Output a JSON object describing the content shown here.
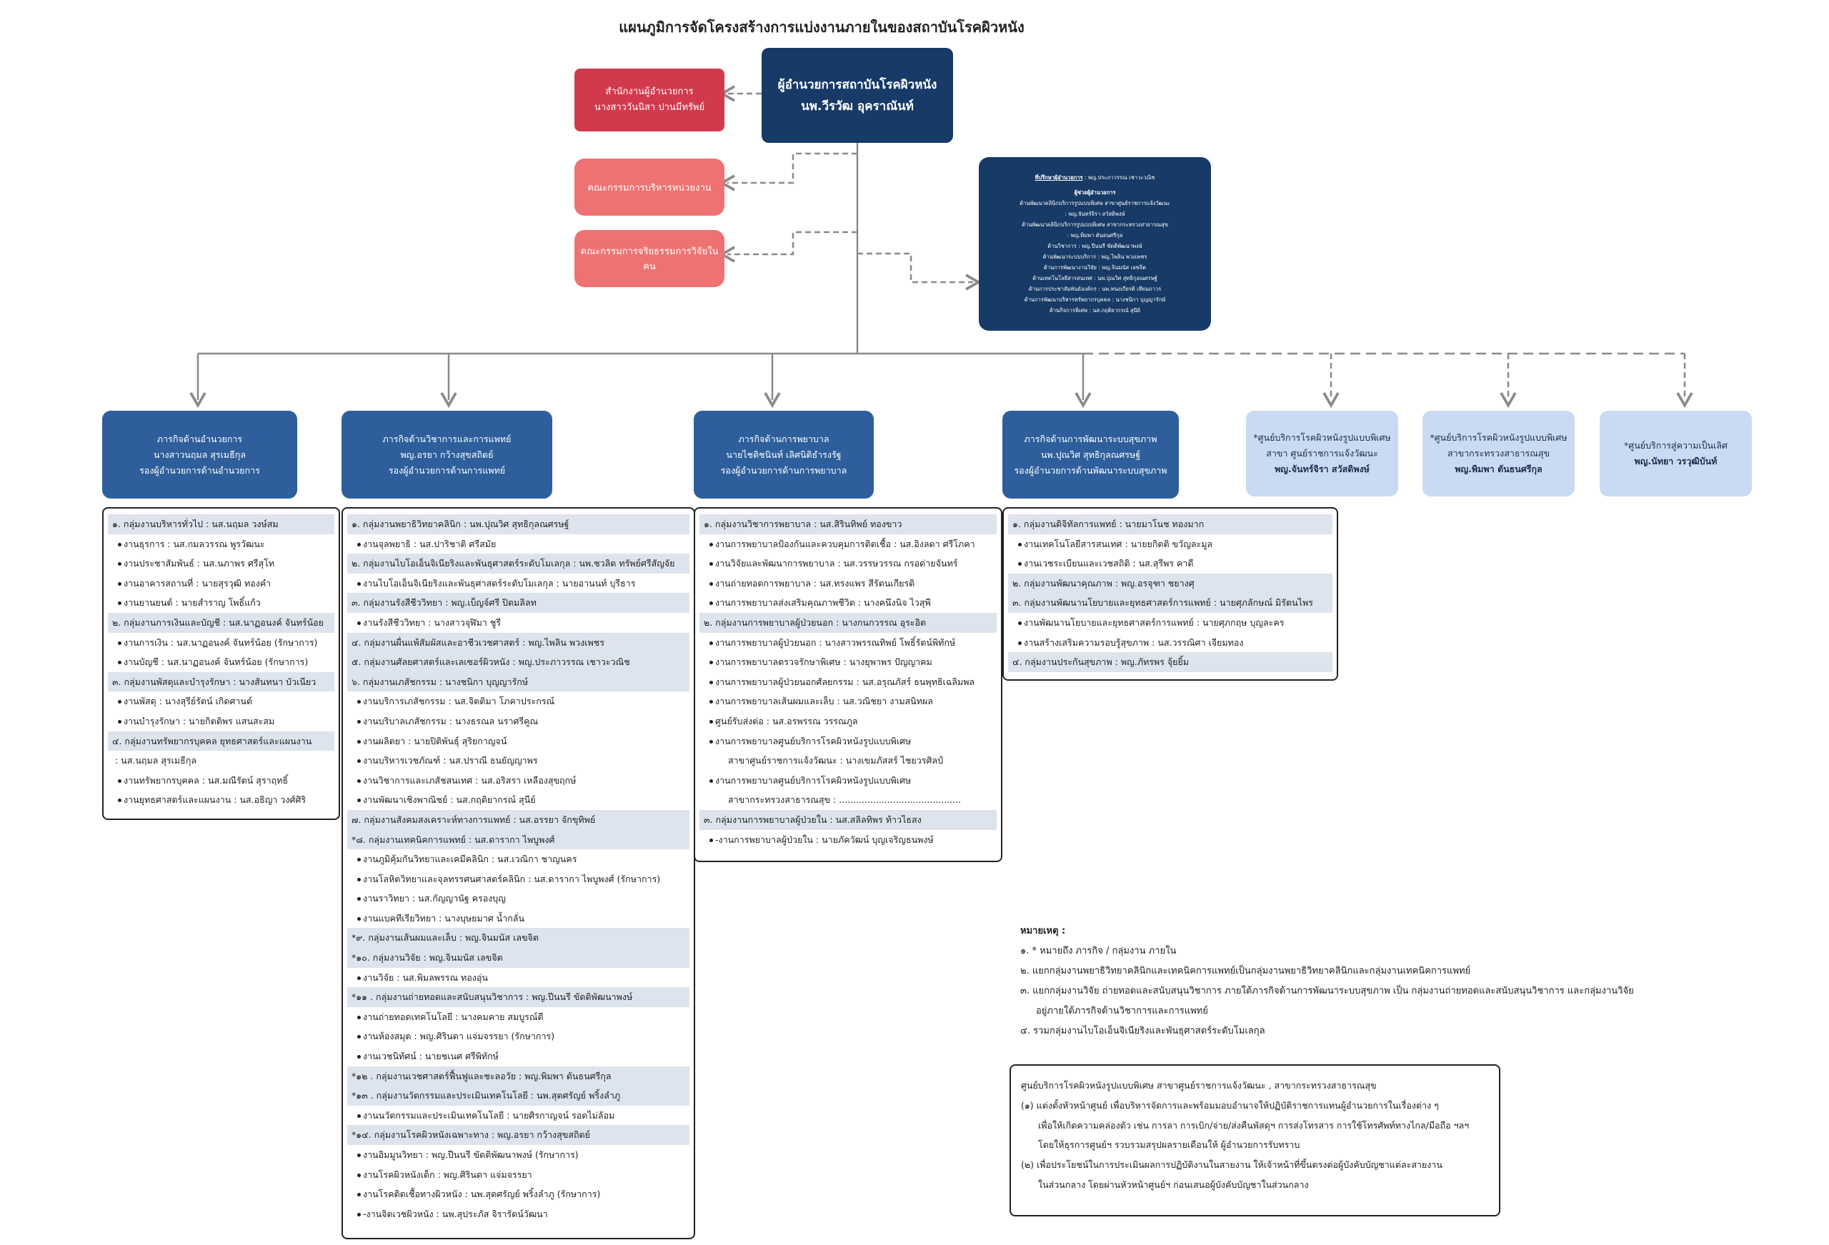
{
  "title": "แผนภูมิการจัดโครงสร้างการแบ่งงานภายในของสถาบันโรคผิวหนัง",
  "colors": {
    "navy": "#173a66",
    "mission": "#2e5f9c",
    "light": "#c9daf3",
    "red": "#d3394d",
    "salmon": "#ee7272"
  },
  "director": {
    "line1": "ผู้อำนวยการสถาบันโรคผิวหนัง",
    "line2": "นพ.วีรวัฒ อุคราณันท์"
  },
  "office": {
    "line1": "สำนักงานผู้อำนวยการ",
    "line2": "นางสาววันนิสา ปานมีทรัพย์"
  },
  "committees": [
    {
      "label": "คณะกรรมการบริหารหน่วยงาน"
    },
    {
      "label": "คณะกรรมการจริยธรรมการวิจัยในคน"
    }
  ],
  "advisor": {
    "l1_head": "ที่ปรึกษาผู้อำนวยการ",
    "l1_name": ": พญ.ประภาวรรณ เชาวะวณิช",
    "l2": "ผู้ช่วยผู้อำนวยการ",
    "l3": "ด้านพัฒนาคลินิกบริการรูปแบบพิเศษ สาขาศูนย์ราชการแจ้งวัฒนะ",
    "l4": ": พญ.จันทร์จิรา สวัสดิพงษ์",
    "l5": "ด้านพัฒนาคลินิกบริการรูปแบบพิเศษ สาขากระทรวงสาธารณสุข",
    "l6": ": พญ.พิมพา ตันธนศรีกุล",
    "l7": "ด้านวิชาการ : พญ.ปีนนรี ขัดติพัฒนาพงษ์",
    "l8": "ด้านพัฒนาระบบบริการ : พญ.ไพลิน พวงเพชร",
    "l9": "ด้านการพัฒนางานวิจัย : พญ.จินมนัส เลขจิต",
    "l10": "ด้านเทคโนโลยีสารสนเทศ : นพ.ปุณวิศ สุทธิกุลณศรษฐ์",
    "l11": "ด้านการประชาสัมพันธ์องค์กร : นพ.ทนงเกียรติ เทียนถาวร",
    "l12": "ด้านการพัฒนาบริหารทรัพยากรบุคคล : นางชนิกา บุญญารักษ์",
    "l13": "ด้านกิจการพิเศษ : นส.กฤติยากรณ์ สุนีย์"
  },
  "missions": [
    {
      "l1": "ภารกิจด้านอำนวยการ",
      "l2": "นางสาวนฤมล สุรเมธีกุล",
      "l3": "รองผู้อำนวยการด้านอำนวยการ"
    },
    {
      "l1": "ภารกิจด้านวิชาการและการแพทย์",
      "l2": "พญ.อรยา กว้างสุขสถิตย์",
      "l3": "รองผู้อำนวยการด้านการแพทย์"
    },
    {
      "l1": "ภารกิจด้านการพยาบาล",
      "l2": "นายไชติชนินท์ เลิศนิติธำรงรัฐ",
      "l3": "รองผู้อำนวยการด้านการพยาบาล"
    },
    {
      "l1": "ภารกิจด้านการพัฒนาระบบสุขภาพ",
      "l2": "นพ.ปุณวิศ สุทธิกุลณศรษฐ์",
      "l3": "รองผู้อำนวยการด้านพัฒนาระบบสุขภาพ"
    }
  ],
  "centers": [
    {
      "l1": "*ศูนย์บริการโรคผิวหนังรูปแบบพิเศษ",
      "l2": "สาขา ศูนย์ราชการแจ้งวัฒนะ",
      "l3": "พญ.จันทร์จิรา สวัสดิพงษ์"
    },
    {
      "l1": "*ศูนย์บริการโรคผิวหนังรูปแบบพิเศษ",
      "l2": "สาขากระทรวงสาธารณสุข",
      "l3": "พญ.พิมพา ตันธนศรีกุล"
    },
    {
      "l1": "*ศูนย์บริการสู่ความเป็นเลิศ",
      "l2": "พญ.นัทยา วรวุฒิบันท์"
    }
  ],
  "col1": [
    {
      "t": "group",
      "text": "๑. กลุ่มงานบริหารทั่วไป : นส.นฤมล วงษ์สม"
    },
    {
      "t": "item",
      "text": "งานธุรการ : นส.กมลวรรณ พูรวัฒนะ"
    },
    {
      "t": "item",
      "text": "งานประชาสัมพันธ์ : นส.นภาพร ศรีสุโท"
    },
    {
      "t": "item",
      "text": "งานอาคารสถานที่ : นายสุรวุฒิ ทองคำ"
    },
    {
      "t": "item",
      "text": "งานยานยนต์ : นายสำราญ โพธิ์แก้ว"
    },
    {
      "t": "group",
      "text": "๒. กลุ่มงานการเงินและบัญชี : นส.นาฏอนงค์ จันทร์น้อย"
    },
    {
      "t": "item",
      "text": "งานการเงิน : นส.นาฏอนงค์ จันทร์น้อย (รักษาการ)"
    },
    {
      "t": "item",
      "text": "งานบัญชี : นส.นาฏอนงค์ จันทร์น้อย (รักษาการ)"
    },
    {
      "t": "group",
      "text": "๓. กลุ่มงานพัสดุและบำรุงรักษา : นางสันทนา บัวเนียว"
    },
    {
      "t": "item",
      "text": "งานพัสดุ : นางสุรีย์รัตน์ เกิดศานต์"
    },
    {
      "t": "item",
      "text": "งานบำรุงรักษา : นายกิตติพร แสนสะสม"
    },
    {
      "t": "group",
      "text": "๔. กลุ่มงานทรัพยากรบุคคล ยุทธศาสตร์และแผนงาน"
    },
    {
      "t": "plain",
      "text": ": นส.นฤมล สุรเมธีกุล"
    },
    {
      "t": "item",
      "text": "งานทรัพยากรบุคคล : นส.มณีรัตน์ สุราฤทธิ์"
    },
    {
      "t": "item",
      "text": "งานยุทธศาสตร์และแผนงาน : นส.อธิญา วงศ์ศิริ"
    }
  ],
  "col2": [
    {
      "t": "group",
      "text": "๑. กลุ่มงานพยาธิวิทยาคลินิก : นพ.ปุณวิศ สุทธิกุลณศรษฐ์"
    },
    {
      "t": "item",
      "text": "งานจุลพยาธิ : นส.ปาริชาติ ศรีสมัย"
    },
    {
      "t": "group",
      "text": "๒. กลุ่มงานไบโอเอ็นจิเนียริงและพันธุศาสตร์ระดับโมเลกุล : นพ.ชวลิต ทรัพย์ศรีสัญจัย"
    },
    {
      "t": "item",
      "text": "งานไบโอเอ็นจิเนียริงและพันธุศาสตร์ระดับโมเลกุล : นายอานนท์ บุรีธาร"
    },
    {
      "t": "group",
      "text": "๓. กลุ่มงานรังสีชีววิทยา : พญ.เบ็ญจ์ศรี ปิตมลิลท"
    },
    {
      "t": "item",
      "text": "งานรังสีชีววิทยา : นางสาวจุฬิมา ชูรี"
    },
    {
      "t": "group",
      "text": "๔. กลุ่มงานผื่นแพ้สัมผัสและอาชีวเวชศาสตร์ : พญ.ไพลิน พวงเพชร"
    },
    {
      "t": "group",
      "text": "๕. กลุ่มงานศัลยศาสตร์และเลเซอร์ผิวหนัง : พญ.ประภาวรรณ เชาวะวณิช"
    },
    {
      "t": "group",
      "text": "๖. กลุ่มงานเภสัชกรรม : นางชนิกา บุญญารักษ์"
    },
    {
      "t": "item",
      "text": "งานบริการเภสัชกรรม : นส.จิตติมา โภคาประกรณ์"
    },
    {
      "t": "item",
      "text": "งานบริบาลเภสัชกรรม : นางธรณล นราศรีคูณ"
    },
    {
      "t": "item",
      "text": "งานผลิตยา : นายปิติพันธุ์ สุริยกาญจน์"
    },
    {
      "t": "item",
      "text": "งานบริหารเวชภัณฑ์ : นส.ปราณี ธนยัญญาพร"
    },
    {
      "t": "item",
      "text": "งานวิชาการและเภสัชสนเทศ : นส.อริสรา เหลืองสุขฤกษ์"
    },
    {
      "t": "item",
      "text": "งานพัฒนาเชิงพาณิชย์ : นส.กฤติยากรณ์ สุนีย์"
    },
    {
      "t": "group",
      "text": "๗. กลุ่มงานสังคมสงเคราะห์ทางการแพทย์ : นส.อรรยา จักขุทิพย์"
    },
    {
      "t": "group",
      "text": "*๘. กลุ่มงานเทคนิคการแพทย์ : นส.ดารากา ไพบูพงศ์"
    },
    {
      "t": "item",
      "text": "งานภูมิคุ้มกันวิทยาและเคมีคลินิก : นส.เวณิกา ชาญนคร"
    },
    {
      "t": "item",
      "text": "งานโลหิตวิทยาและจุลทรรศนศาสตร์คลินิก : นส.ดารากา ไพบูพงศ์ (รักษาการ)"
    },
    {
      "t": "item",
      "text": "งานราวิทยา : นส.กัญญานัฐ ครองบุญ"
    },
    {
      "t": "item",
      "text": "งานแบคทีเรียวิทยา : นางบุษยมาศ น้ำกลั่น"
    },
    {
      "t": "group",
      "text": "*๙. กลุ่มงานเส้นผมและเล็บ : พญ.จินมนัส เลขจิต"
    },
    {
      "t": "group",
      "text": "*๑๐. กลุ่มงานวิจัย : พญ.จินมนัส เลขจิต"
    },
    {
      "t": "item",
      "text": "งานวิจัย : นส.พิมลพรรณ ทองอุ่น"
    },
    {
      "t": "group",
      "text": "*๑๑ . กลุ่มงานถ่ายทอดและสนับสนุนวิชาการ : พญ.ปีนนรี ขัดติพัฒนาพงษ์"
    },
    {
      "t": "item",
      "text": "งานถ่ายทอดเทคโนโลยี : นางคมคาย สมบูรณ์ดี"
    },
    {
      "t": "item",
      "text": "งานห้องสมุด : พญ.ศิรินดา แจ่มจรรยา (รักษาการ)"
    },
    {
      "t": "item",
      "text": "งานเวชนิทัศน์ : นายชเนศ ศรีพิทักษ์"
    },
    {
      "t": "group",
      "text": "*๑๒ . กลุ่มงานเวชศาสตร์ฟื้นฟูและชะลอวัย : พญ.พิมพา ตันธนศรีกุล"
    },
    {
      "t": "group",
      "text": "*๑๓ . กลุ่มงานวัตกรรมและประเมินเทคโนโลยี : นพ.สุตศรัญย์ พริ้งลำภู"
    },
    {
      "t": "item",
      "text": "งานนวัตกรรมและประเมินเทคโนโลยี : นายศิรกาญจน์ รอดไม่ล้อม"
    },
    {
      "t": "group",
      "text": "*๑๔. กลุ่มงานโรคผิวหนังเฉพาะทาง : พญ.อรยา กว้างสุขสถิตย์"
    },
    {
      "t": "item",
      "text": "งานอิมมูนวิทยา : พญ.ปีนนรี ขัดติพัฒนาพงษ์ (รักษาการ)"
    },
    {
      "t": "item",
      "text": "งานโรคผิวหนังเด็ก : พญ.ศิรินดา แจ่มจรรยา"
    },
    {
      "t": "item",
      "text": "งานโรคติดเชื้อทางผิวหนัง : นพ.สุตศรัญย์ พริ้งลำภู (รักษาการ)"
    },
    {
      "t": "item",
      "text": "-งานจิตเวชผิวหนัง : นพ.สุประภัส จิรารัตน์วัฒนา"
    }
  ],
  "col3": [
    {
      "t": "group",
      "text": "๑. กลุ่มงานวิชาการพยาบาล : นส.สิรินทิพย์ ทองขาว"
    },
    {
      "t": "item",
      "text": "งานการพยาบาลป้องกันและควบคุมการติดเชื้อ : นส.อิงลดา ศรีโภคา"
    },
    {
      "t": "item",
      "text": "งานวิจัยและพัฒนาการพยาบาล : นส.วรรษวรรณ กรอด่ายจันทร์"
    },
    {
      "t": "item",
      "text": "งานถ่ายทอดการพยาบาล : นส.ทรงแพร สีรัตนเกียรติ"
    },
    {
      "t": "item",
      "text": "งานการพยาบาลส่งเสริมคุณภาพชีวิต : นางคนึงนิจ ไวสุพี"
    },
    {
      "t": "group",
      "text": "๒. กลุ่มงานการพยาบาลผู้ป่วยนอก : นางกนกวรรณ อุระอิต"
    },
    {
      "t": "item",
      "text": "งานการพยาบาลผู้ป่วยนอก : นางสาวพรรณทิพย์ โพธิ์รัตน์พิทักษ์"
    },
    {
      "t": "item",
      "text": "งานการพยาบาลตรวจรักษาพิเศษ : นางยุพาพร ปัญญาคม"
    },
    {
      "t": "item",
      "text": "งานการพยาบาลผู้ป่วยนอกศัลยกรรม : นส.อรุณภัสร์ ธนพุทธิเฉลิมพล"
    },
    {
      "t": "item",
      "text": "งานการพยาบาลเส้นผมและเล็บ : นส.วณิชยา งามสนิทผล"
    },
    {
      "t": "item",
      "text": "ศูนย์รับส่งต่อ : นส.อรพรรณ วรรณภูล"
    },
    {
      "t": "item",
      "text": "งานการพยาบาลศูนย์บริการโรคผิวหนังรูปแบบพิเศษ"
    },
    {
      "t": "cont",
      "text": "สาขาศูนย์ราชการแจ้งวัฒนะ : นางเขมภัสสร์ ไชยวรศิลป์"
    },
    {
      "t": "item",
      "text": "งานการพยาบาลศูนย์บริการโรคผิวหนังรูปแบบพิเศษ"
    },
    {
      "t": "cont",
      "text": "สาขากระทรวงสาธารณสุข : ..........................................."
    },
    {
      "t": "group",
      "text": "๓. กลุ่มงานการพยาบาลผู้ป่วยใน : นส.สลิลทิพร ท้าวไธสง"
    },
    {
      "t": "item",
      "text": "-งานการพยาบาลผู้ป่วยใน : นายภัควัฒน์ บุญเจริญธนพงษ์"
    }
  ],
  "col4": [
    {
      "t": "group",
      "text": "๑. กลุ่มงานดิจิทัลการแพทย์ : นายมาโนช ทองมาก"
    },
    {
      "t": "item",
      "text": "งานเทคโนโลยีสารสนเทศ : นายยกิตติ ขวัญละมูล"
    },
    {
      "t": "item",
      "text": "งานเวชระเบียนและเวชสถิติ : นส.สุรีพร คาดี"
    },
    {
      "t": "group",
      "text": "๒. กลุ่มงานพัฒนาคุณภาพ : พญ.อรจุฑา ชยางศุ"
    },
    {
      "t": "group",
      "text": "๓. กลุ่มงานพัฒนานโยบายและยุทธศาสตร์การแพทย์ : นายศุภลักษณ์ มิรัตนไพร"
    },
    {
      "t": "item",
      "text": "งานพัฒนานโยบายและยุทธศาสตร์การแพทย์ : นายศุภกฤษ บุญละคร"
    },
    {
      "t": "item",
      "text": "งานสร้างเสริมความรอบรู้สุขภาพ : นส.วรรณิศา เจียมทอง"
    },
    {
      "t": "group",
      "text": "๔. กลุ่มงานประกันสุขภาพ : พญ.ภัทรพร จุ้ยยิ้ม"
    }
  ],
  "notes": {
    "head": "หมายเหตุ :",
    "n1": "๑. * หมายถึง ภารกิจ / กลุ่มงาน ภายใน",
    "n2": "๒. แยกกลุ่มงานพยาธิวิทยาคลินิกและเทคนิคการแพทย์เป็นกลุ่มงานพยาธิวิทยาคลินิกและกลุ่มงานเทคนิคการแพทย์",
    "n3": "๓. แยกกลุ่มงานวิจัย ถ่ายทอดและสนับสนุนวิชาการ ภายใต้ภารกิจด้านการพัฒนาระบบสุขภาพ เป็น กลุ่มงานถ่ายทอดและสนับสนุนวิชาการ และกลุ่มงานวิจัย",
    "n3b": "อยู่ภายใต้ภารกิจด้านวิชาการและการแพทย์",
    "n4": "๔. รวมกลุ่มงานไบโอเอ็นจิเนียริงและพันธุศาสตร์ระดับโมเลกุล"
  },
  "footbox": {
    "l1": "ศูนย์บริการโรคผิวหนังรูปแบบพิเศษ สาขาศูนย์ราชการแจ้งวัฒนะ , สาขากระทรวงสาธารณสุข",
    "l2": "(๑) แต่งตั้งหัวหน้าศูนย์ เพื่อบริหารจัดการและพร้อมมอบอำนาจให้ปฏิบัติราชการแทนผู้อำนวยการในเรื่องต่าง ๆ",
    "l3": "เพื่อให้เกิดความคล่องตัว เช่น การลา การเบิก/จ่าย/ส่งคืนพัสดุฯ การส่งโทรสาร การใช้โทรศัพท์ทางไกล/มือถือ ฯลฯ",
    "l4": "โดยให้ธุรการศูนย์ฯ รวบรวมสรุปผลรายเดือนให้ ผู้อำนวยการรับทราบ",
    "l5": "(๒) เพื่อประโยชน์ในการประเมินผลการปฏิบัติงานในสายงาน ให้เจ้าหน้าที่ขึ้นตรงต่อผู้บังคับบัญชาแต่ละสายงาน",
    "l6": "ในส่วนกลาง โดยผ่านหัวหน้าศูนย์ฯ ก่อนเสนอผู้บังคับบัญชาในส่วนกลาง"
  }
}
